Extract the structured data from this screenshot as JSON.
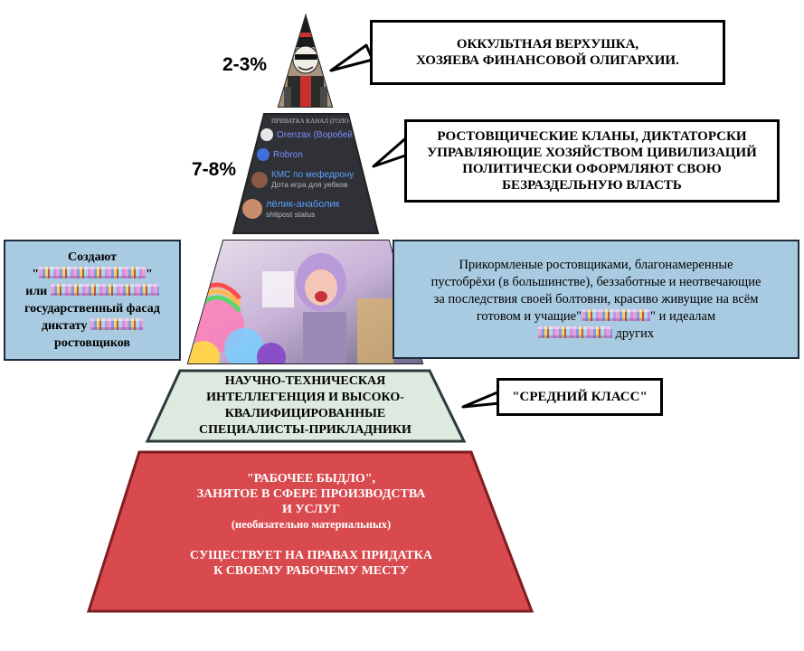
{
  "tiers": {
    "top": {
      "percent": "2-3%",
      "bubble_text": "ОККУЛЬТНАЯ ВЕРХУШКА,\nХОЗЯЕВА ФИНАНСОВОЙ ОЛИГАРХИИ."
    },
    "second": {
      "percent": "7-8%",
      "bubble_text": "РОСТОВЩИЧЕСКИЕ КЛАНЫ, ДИКТАТОРСКИ\nУПРАВЛЯЮЩИЕ ХОЗЯЙСТВОМ ЦИВИЛИЗАЦИЙ\nПОЛИТИЧЕСКИ ОФОРМЛЯЮТ СВОЮ\nБЕЗРАЗДЕЛЬНУЮ ВЛАСТЬ",
      "chat": {
        "header": "ПРИВАТКА КАНАЛ (ГОЛОС)",
        "members": [
          {
            "name": "Orenzax (Воробей)",
            "status": "",
            "color": "#5865f2",
            "avatar_color": "#e6e6e6"
          },
          {
            "name": "Robron",
            "status": "",
            "color": "#5865f2",
            "avatar_color": "#3f6fd8"
          },
          {
            "name": "КМС по мефедрону",
            "status": "Дота игра для уебков",
            "color": "#3f8bff",
            "avatar_color": "#8a5a44"
          },
          {
            "name": "лёлик-анаболик",
            "status": "shitpost status",
            "color": "#3f8bff",
            "avatar_color": "#c98d6b"
          }
        ]
      }
    },
    "third": {
      "left_text": {
        "line1": "Создают",
        "quote_open": "\"",
        "quote_close": "\"",
        "or": "или",
        "line4": "государственный фасад",
        "line5": "диктату",
        "line6": "ростовщиков"
      },
      "right_text": {
        "line1": "Прикормленые ростовщиками, благонамеренные",
        "line2": "пустобрёхи (в большинстве), беззаботные и неотвечающие",
        "line3": "за последствия своей болтовни, красиво живущие на всём",
        "line4a": "готовом и учащие\"",
        "line4b": "\" и идеалам",
        "line5": "других"
      }
    },
    "fourth": {
      "lines": [
        "НАУЧНО-ТЕХНИЧЕСКАЯ",
        "ИНТЕЛЛЕГЕНЦИЯ И ВЫСОКО-",
        "КВАЛИФИЦИРОВАННЫЕ",
        "СПЕЦИАЛИСТЫ-ПРИКЛАДНИКИ"
      ],
      "bubble_text": "\"СРЕДНИЙ КЛАСС\""
    },
    "base": {
      "lines": [
        "\"РАБОЧЕЕ БЫДЛО\",",
        "ЗАНЯТОЕ В СФЕРЕ ПРОИЗВОДСТВА",
        "И УСЛУГ"
      ],
      "small_line": "(необязательно материальных)",
      "lines2": [
        "СУЩЕСТВУЕТ НА ПРАВАХ ПРИДАТКА",
        "К СВОЕМУ РАБОЧЕМУ МЕСТУ"
      ]
    }
  },
  "colors": {
    "base_fill": "#d84a4e",
    "base_stroke": "#7f1e22",
    "middle_fill": "#dceadf",
    "middle_stroke": "#2a3b3a",
    "side_box_fill": "#a9cbe1",
    "chat_bg": "#2f3136"
  }
}
